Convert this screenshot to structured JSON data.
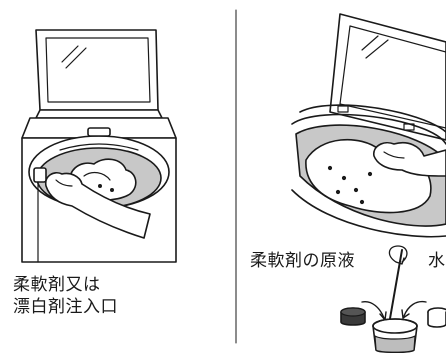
{
  "labels": {
    "inlet_line1": "柔軟剤又は",
    "inlet_line2": "漂白剤注入口",
    "undiluted": "柔軟剤の原液",
    "water": "水"
  },
  "colors": {
    "line": "#1a1a1a",
    "drum_gray": "#c8c8c8",
    "cup_gray": "#bdbdbd",
    "cap_dark": "#3a3a3a"
  }
}
